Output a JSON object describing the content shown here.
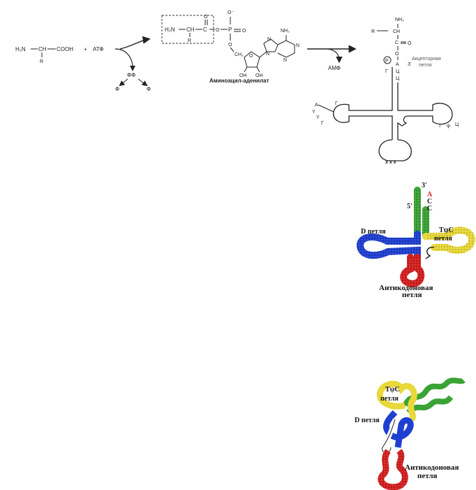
{
  "reaction": {
    "amino_acid": {
      "h2n": "H₂N",
      "ch": "CH",
      "cooh": "COOH",
      "r": "R"
    },
    "plus": "+",
    "atp": "АТФ",
    "ppi": "ФФ",
    "pi_left": "Ф",
    "pi_right": "Ф",
    "adenylate": {
      "h2n": "H₂N",
      "ch": "CH",
      "c": "C",
      "o_top": "O",
      "r": "R",
      "o_link": "O",
      "p": "P",
      "o_minus": "O⁻",
      "o_double": "O",
      "o_bottom": "O",
      "ch2": "CH₂",
      "oh1": "OH",
      "oh2": "OH",
      "nh2": "NH₂",
      "n_labels": [
        "N",
        "N",
        "N",
        "N"
      ],
      "label": "Аминоацил-аденилат"
    },
    "amp": "АМФ"
  },
  "trna_schematic": {
    "r": "R",
    "ch": "CH",
    "nh2": "NH₂",
    "c": "C",
    "o_side": "O",
    "o_link": "O",
    "bases_3prime": [
      "A",
      "Ц",
      "Ц"
    ],
    "p_circle": "P",
    "g_base": "Г",
    "three_prime": "3'",
    "acceptor_label_line1": "Акцепторная",
    "acceptor_label_line2": "петля",
    "d_loop_bases": [
      "Г",
      "A",
      "Y",
      "Y",
      "Г"
    ],
    "tpsi_bases": [
      "Т",
      "ψ",
      "Ц"
    ],
    "anticodon": "x x x"
  },
  "cloverleaf": {
    "three_prime": "3'",
    "bases": [
      "A",
      "C",
      "C"
    ],
    "five_prime": "5'",
    "d_loop": "D петля",
    "tpsic": "TψC",
    "tpsic_loop": "петля",
    "anticodon_line1": "Антикодоновая",
    "anticodon_line2": "петля",
    "colors": {
      "acceptor": "#3aa335",
      "d": "#1f3fd1",
      "tpsi": "#e8d83a",
      "anticodon": "#d32020"
    }
  },
  "lshape": {
    "tpsic": "TψC",
    "tpsic_loop": "петля",
    "d_loop": "D петля",
    "anticodon_line1": "Антикодоновая",
    "anticodon_line2": "петля"
  }
}
